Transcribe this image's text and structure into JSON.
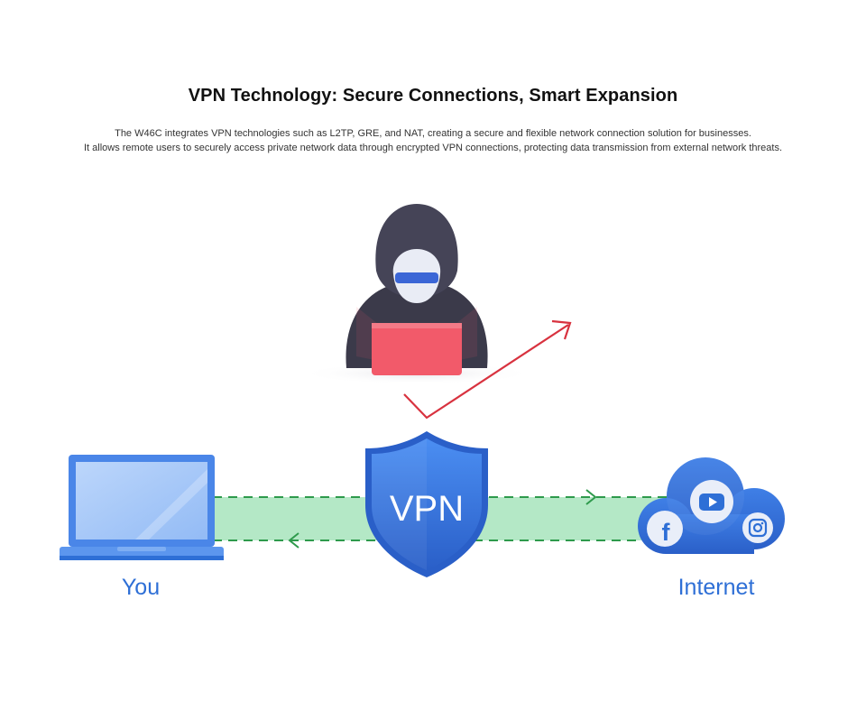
{
  "header": {
    "title": "VPN Technology: Secure Connections, Smart Expansion",
    "description_line1": "The W46C integrates VPN technologies such as L2TP, GRE, and NAT, creating a secure and flexible network connection solution for businesses.",
    "description_line2": "It allows remote users to securely access private network data through encrypted VPN connections, protecting data transmission from external network threats."
  },
  "diagram": {
    "you_label": "You",
    "internet_label": "Internet",
    "vpn_label": "VPN",
    "nodes": [
      {
        "name": "laptop",
        "icon": "laptop-icon"
      },
      {
        "name": "vpn-shield",
        "icon": "shield-icon"
      },
      {
        "name": "cloud",
        "icon": "cloud-icon"
      },
      {
        "name": "hacker",
        "icon": "hacker-icon"
      }
    ],
    "social_icons": [
      "facebook-icon",
      "youtube-icon",
      "instagram-icon"
    ],
    "colors": {
      "tunnel": "#b4e8c6",
      "dash": "#2e9a4c",
      "accent_blue": "#2e6fd6",
      "hacker_arrow": "#d8323f",
      "hacker_laptop": "#f25a6a",
      "hacker_body": "#3b3a4a"
    }
  }
}
